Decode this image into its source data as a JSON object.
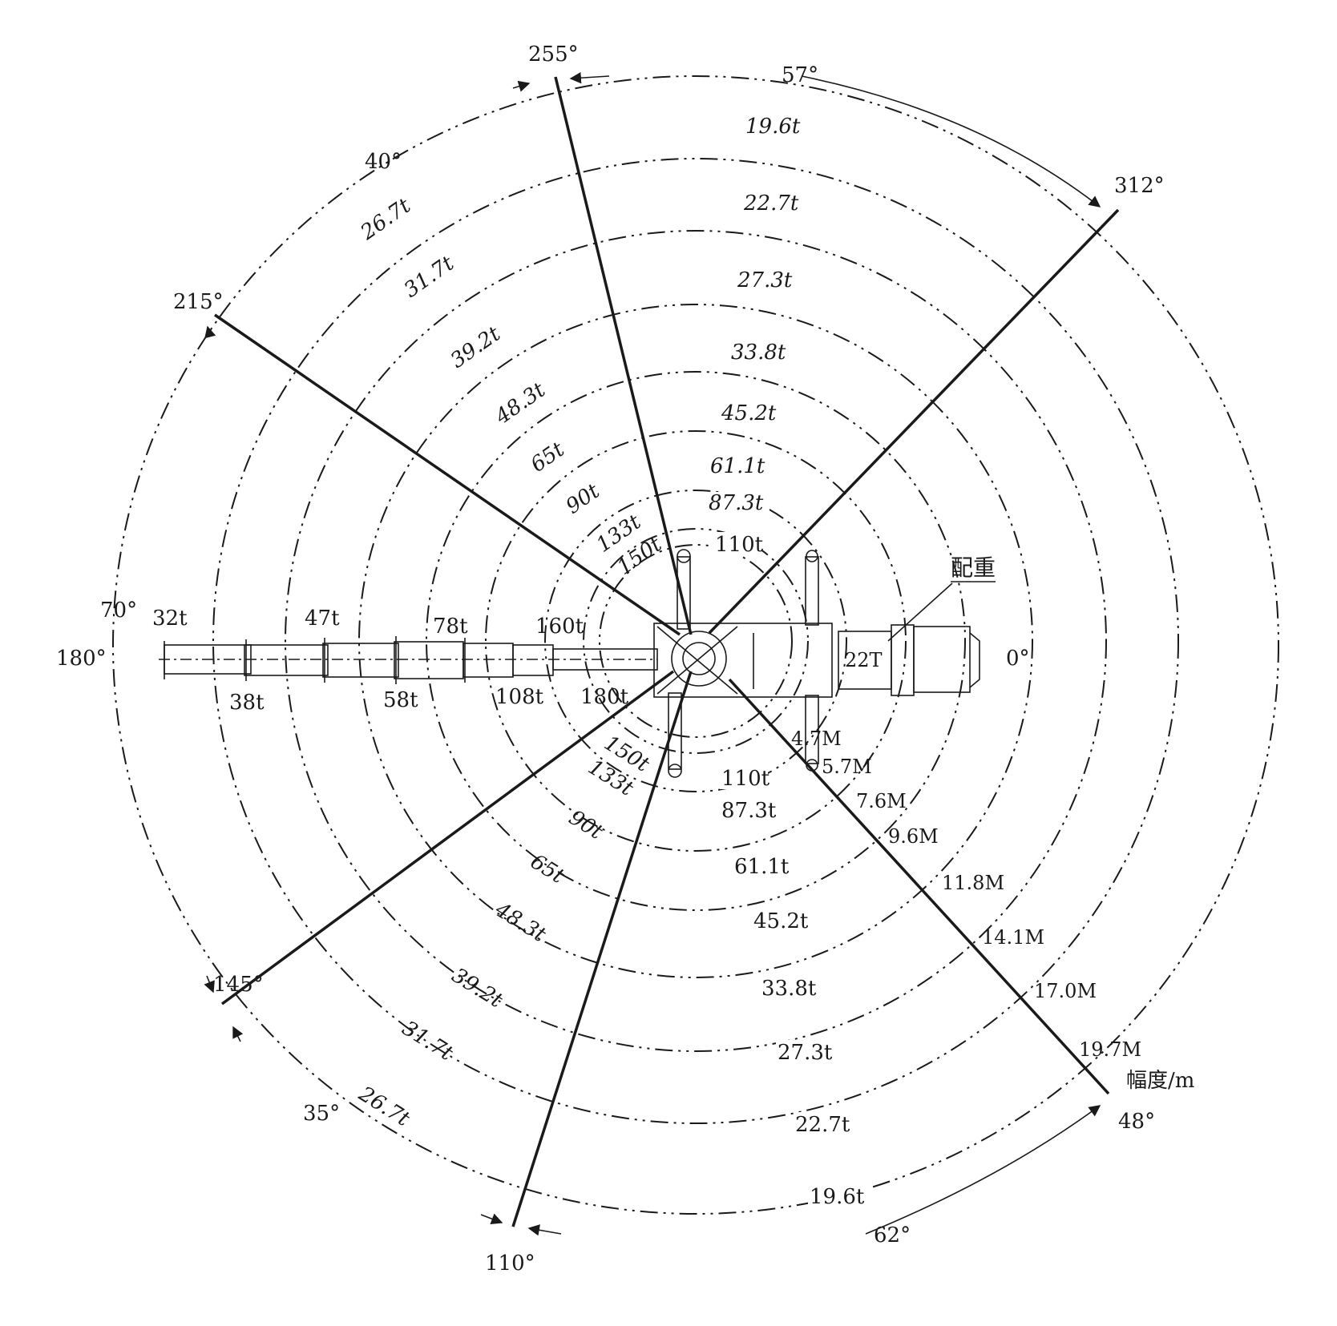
{
  "angles": {
    "a255": "255°",
    "a57": "57°",
    "a312": "312°",
    "a40": "40°",
    "a215": "215°",
    "a70": "70°",
    "a180": "180°",
    "a0": "0°",
    "a145": "145°",
    "a35": "35°",
    "a110": "110°",
    "a62": "62°",
    "a48": "48°"
  },
  "top_loads": [
    "19.6t",
    "22.7t",
    "27.3t",
    "33.8t",
    "45.2t",
    "61.1t",
    "87.3t",
    "110t"
  ],
  "upper_left_loads": [
    "26.7t",
    "31.7t",
    "39.2t",
    "48.3t",
    "65t",
    "90t",
    "133t",
    "150t"
  ],
  "bottom_loads": [
    "110t",
    "87.3t",
    "61.1t",
    "45.2t",
    "33.8t",
    "27.3t",
    "22.7t",
    "19.6t"
  ],
  "lower_left_loads": [
    "150t",
    "133t",
    "90t",
    "65t",
    "48.3t",
    "39.2t",
    "31.7t",
    "26.7t"
  ],
  "boom_top_loads": [
    "32t",
    "47t",
    "78t",
    "160t"
  ],
  "boom_bottom_loads": [
    "38t",
    "58t",
    "108t",
    "180t"
  ],
  "radii": [
    "4.7M",
    "5.7M",
    "7.6M",
    "9.6M",
    "11.8M",
    "14.1M",
    "17.0M",
    "19.7M"
  ],
  "radius_unit": "幅度/m",
  "counterweight_label": "配重",
  "counterweight_value": "22T"
}
